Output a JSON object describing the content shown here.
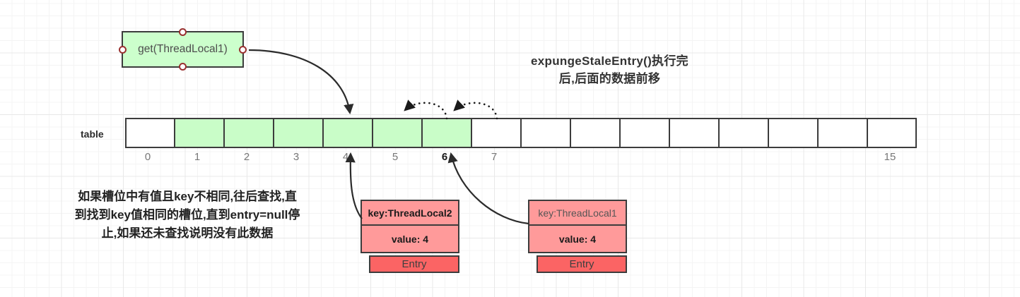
{
  "diagram": {
    "title_lines": [
      "expungeStaleEntry()执行完",
      "后,后面的数据前移"
    ],
    "call_box": {
      "label": "get(ThreadLocal1)"
    },
    "table": {
      "label": "table",
      "cell_count": 16,
      "filled_indices": [
        1,
        2,
        3,
        4,
        5,
        6
      ],
      "index_labels": [
        "0",
        "1",
        "2",
        "3",
        "4",
        "5",
        "6",
        "7",
        "15"
      ],
      "index_positions": [
        0,
        1,
        2,
        3,
        4,
        5,
        6,
        7,
        15
      ],
      "emphasized_index": "6"
    },
    "note_lines": [
      "如果槽位中有值且key不相同,往后查找,直",
      "到找到key值相同的槽位,直到entry=null停",
      "止,如果还未查找说明没有此数据"
    ],
    "entries": [
      {
        "key": "key:ThreadLocal2",
        "value": "value: 4",
        "footer": "Entry",
        "key_style": "bold"
      },
      {
        "key": "key:ThreadLocal1",
        "value": "value: 4",
        "footer": "Entry",
        "key_style": "plain"
      }
    ],
    "colors": {
      "slot_filled": "#c9fdc8",
      "call_box_fill": "#ccffcc",
      "entry_row": "#ff9a9a",
      "entry_footer": "#fb6464",
      "stroke": "#3c3c3c",
      "port_ring": "#99302f"
    }
  }
}
